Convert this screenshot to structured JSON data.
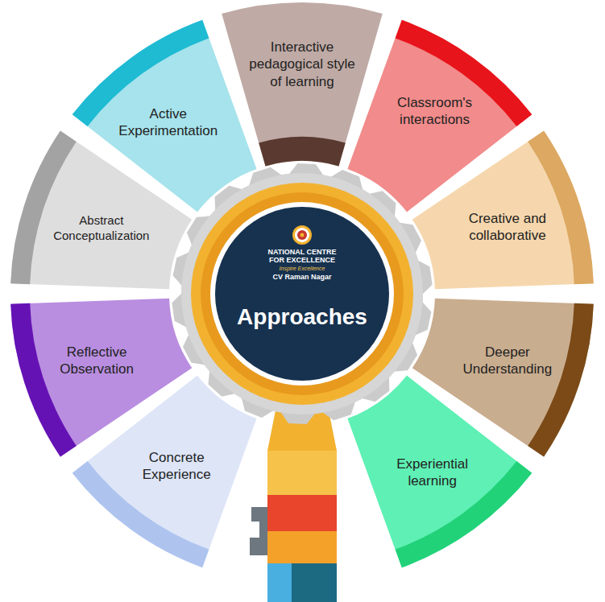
{
  "diagram": {
    "nodes": [
      {
        "text": [
          "NATIONAL CENTRE FOR EXCELLENCE",
          "Inspire Excellence",
          "CV Raman Nagar",
          "Approaches"
        ]
      },
      {
        "text": [
          "Interactive pedagogical style of learning"
        ]
      },
      {
        "text": [
          "Classroom's interactions"
        ]
      },
      {
        "text": [
          "Creative and collaborative"
        ]
      },
      {
        "text": [
          "Deeper Understanding"
        ]
      },
      {
        "text": [
          "Experiential learning"
        ]
      },
      {
        "text": [
          "Concrete Experience"
        ]
      },
      {
        "text": [
          "Reflective Observation"
        ]
      },
      {
        "text": [
          "Abstract Conceptualization"
        ]
      },
      {
        "text": [
          "Active Experimentation"
        ]
      }
    ]
  }
}
